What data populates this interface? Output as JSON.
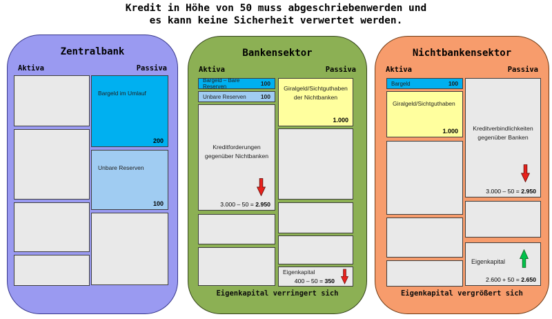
{
  "title": {
    "line1": "Kredit in Höhe von 50 muss abgeschriebenwerden und",
    "line2": "es kann keine Sicherheit verwertet werden."
  },
  "colors": {
    "panel_purple": "#9a9af1",
    "panel_green": "#8cb054",
    "panel_orange": "#f79c6c",
    "box_cyan": "#00b0f0",
    "box_light_blue": "#a0ccf2",
    "box_yellow": "#ffff9e",
    "box_gray": "#e9e9e9",
    "arrow_red": "#e8211c",
    "arrow_green": "#00c24b"
  },
  "panels": {
    "zentralbank": {
      "header": "Zentralbank",
      "aktiva_label": "Aktiva",
      "passiva_label": "Passiva",
      "passiva": {
        "bargeld_umlauf": {
          "label": "Bargeld im Umlauf",
          "value": "200"
        },
        "unbare_reserven": {
          "label": "Unbare Reserven",
          "value": "100"
        }
      }
    },
    "bankensektor": {
      "header": "Bankensektor",
      "aktiva_label": "Aktiva",
      "passiva_label": "Passiva",
      "aktiva": {
        "bargeld_bare_reserven": {
          "label": "Bargeld – Bare Reserven",
          "value": "100"
        },
        "unbare_reserven": {
          "label": "Unbare Reserven",
          "value": "100"
        },
        "kreditforderungen": {
          "label_line1": "Kreditforderungen",
          "label_line2": "gegenüber Nichtbanken",
          "formula_prefix": "3.000 – 50 = ",
          "formula_result": "2.950"
        }
      },
      "passiva": {
        "giralgeld": {
          "label_line1": "Giralgeld/Sichtguthaben",
          "label_line2": "der Nichtbanken",
          "value": "1.000"
        },
        "eigenkapital": {
          "label": "Eigenkapital",
          "formula_prefix": "400 – 50 = ",
          "formula_result": "350"
        }
      },
      "caption": "Eigenkapital verringert sich"
    },
    "nichtbankensektor": {
      "header": "Nichtbankensektor",
      "aktiva_label": "Aktiva",
      "passiva_label": "Passiva",
      "aktiva": {
        "bargeld": {
          "label": "Bargeld",
          "value": "100"
        },
        "giralgeld": {
          "label": "Giralgeld/Sichtguthaben",
          "value": "1.000"
        }
      },
      "passiva": {
        "kreditverbindlichkeiten": {
          "label_line1": "Kreditverbindlichkeiten",
          "label_line2": "gegenüber Banken",
          "formula_prefix": "3.000 – 50 = ",
          "formula_result": "2.950"
        },
        "eigenkapital": {
          "label": "Eigenkapital",
          "formula_prefix": "2.600 + 50 = ",
          "formula_result": "2.650"
        }
      },
      "caption": "Eigenkapital vergrößert sich"
    }
  }
}
